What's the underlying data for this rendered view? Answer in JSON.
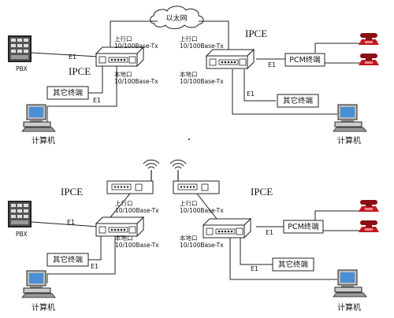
{
  "cloud": {
    "label": "以太网"
  },
  "ipce": {
    "label": "IPCE"
  },
  "ports": {
    "uplink": "上行口",
    "local": "本地口",
    "spec": "10/100Base-Tx"
  },
  "e1": {
    "label": "E1"
  },
  "pbx": {
    "label": "PBX"
  },
  "pcm": {
    "label": "PCM终端"
  },
  "other": {
    "label": "其它终端"
  },
  "computer": {
    "label": "计算机"
  },
  "colors": {
    "phone": "#c0191f",
    "line": "#222222"
  },
  "icons": [
    "pbx-icon",
    "computer-icon",
    "telephone-icon",
    "antenna-icon",
    "ipce-device-icon",
    "cloud-icon",
    "wireless-bridge-icon"
  ]
}
